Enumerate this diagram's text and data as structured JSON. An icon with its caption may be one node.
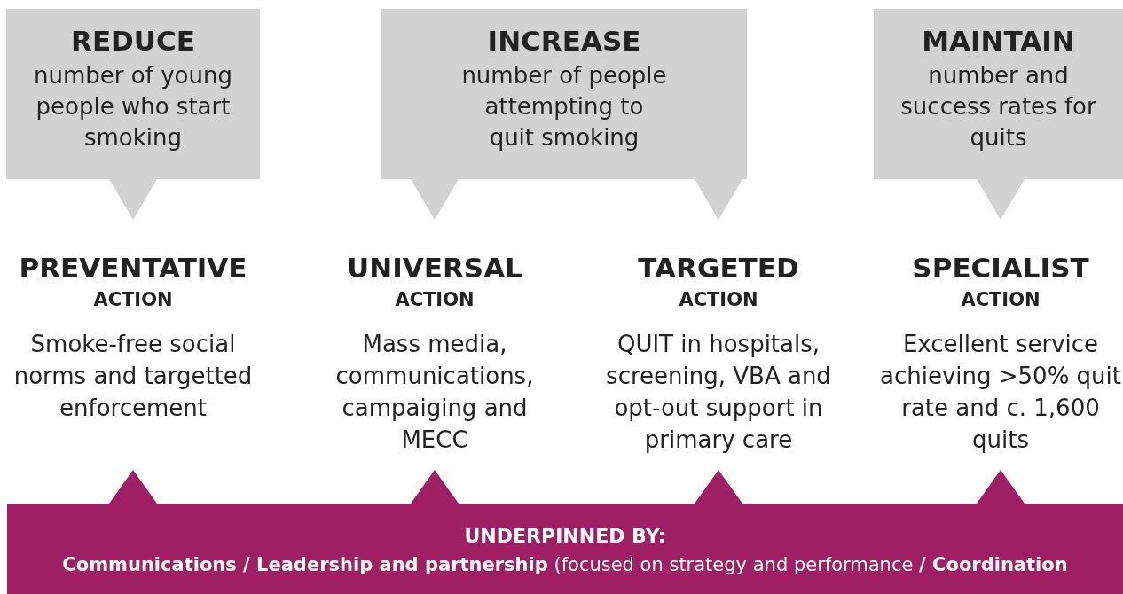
{
  "diagram": {
    "nodes": [
      {
        "text": [
          "REDUCE",
          "number of young people who start smoking"
        ]
      },
      {
        "text": [
          "INCREASE",
          "number of people attempting to quit smoking"
        ]
      },
      {
        "text": [
          "MAINTAIN",
          "number and success rates for quits"
        ]
      },
      {
        "text": [
          "PREVENTATIVE",
          "ACTION",
          "Smoke-free social norms and targetted enforcement"
        ]
      },
      {
        "text": [
          "UNIVERSAL",
          "ACTION",
          "Mass media, communications, campaiging and MECC"
        ]
      },
      {
        "text": [
          "TARGETED",
          "ACTION",
          "QUIT in hospitals, screening, VBA and opt-out support in primary care"
        ]
      },
      {
        "text": [
          "SPECIALIST",
          "ACTION",
          "Excellent service achieving >50% quit rate and c. 1,600 quits"
        ]
      },
      {
        "text": [
          "UNDERPINNED BY:",
          "**Communications / Leadership and partnership** (focused on strategy and performance **/ Coordination**"
        ]
      }
    ]
  }
}
